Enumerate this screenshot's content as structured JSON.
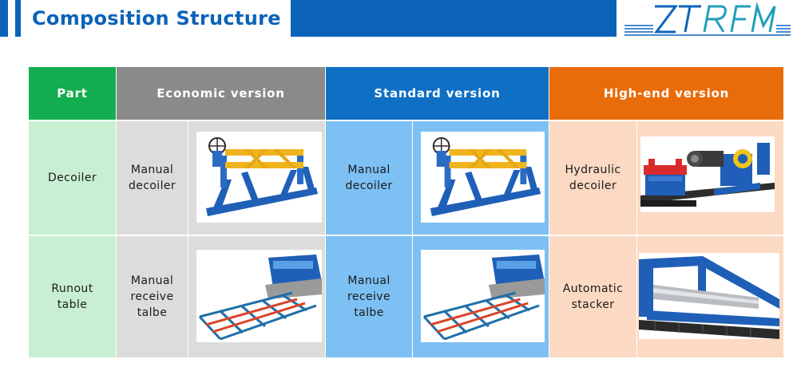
{
  "header": {
    "title": "Composition Structure",
    "logo_text": "ZTRFM"
  },
  "colors": {
    "brand_blue": "#0b63b9",
    "part_green": "#13ae4f",
    "economic_gray": "#8a8a8a",
    "standard_blue": "#0f6fc4",
    "highend_orange": "#e96c0b",
    "part_bg": "#c8efd2",
    "economic_bg": "#dcdcdc",
    "standard_bg": "#7cc0f4",
    "highend_bg": "#fbd9c2"
  },
  "table": {
    "headers": {
      "part": "Part",
      "economic": "Economic version",
      "standard": "Standard version",
      "highend": "High-end version"
    },
    "rows": [
      {
        "part": "Decoiler",
        "economic": "Manual\ndecoiler",
        "standard": "Manual\ndecoiler",
        "highend": "Hydraulic\ndecoiler",
        "economic_image": "manual-decoiler-photo",
        "standard_image": "manual-decoiler-photo",
        "highend_image": "hydraulic-decoiler-photo"
      },
      {
        "part": "Runout\ntable",
        "economic": "Manual\nreceive\ntalbe",
        "standard": "Manual\nreceive\ntalbe",
        "highend": "Automatic\nstacker",
        "economic_image": "receive-table-photo",
        "standard_image": "receive-table-photo",
        "highend_image": "automatic-stacker-photo"
      }
    ]
  }
}
